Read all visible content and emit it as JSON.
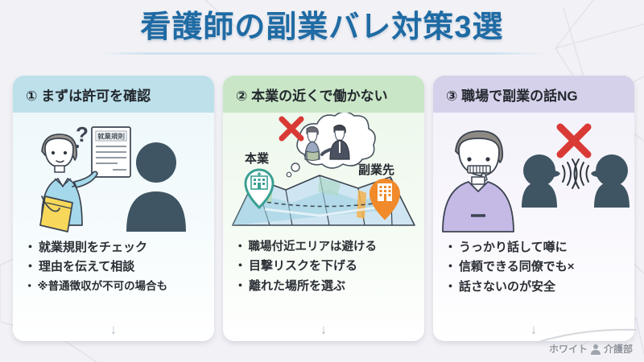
{
  "page": {
    "title": "看護師の副業バレ対策3選",
    "watermark": "ホワイト",
    "watermark2": "介護部",
    "colors": {
      "title": "#1f6ba4",
      "background": "#f2f2f6",
      "card1_header": "#bde0ea",
      "card2_header": "#c9e7c7",
      "card3_header": "#d6d1ea",
      "red_x": "#d93a35",
      "teal_pin": "#3aa093",
      "orange_pin": "#f08a2a",
      "arrow": "#b7bcc4"
    }
  },
  "cards": [
    {
      "header": "① まずは許可を確認",
      "bullets": [
        "就業規則をチェック",
        "理由を伝えて相談",
        "※普通徴収が不可の場合も"
      ],
      "arrow": "↓",
      "illustration": {
        "name": "nurse-checking-rules",
        "document_label": "就業規則",
        "question_mark": "?"
      }
    },
    {
      "header": "② 本業の近くで働かない",
      "bullets": [
        "職場付近エリアは避ける",
        "目撃リスクを下げる",
        "離れた場所を選ぶ"
      ],
      "arrow": "↓",
      "illustration": {
        "name": "map-with-two-workplaces",
        "pin_main_label": "本業",
        "pin_side_label": "副業先"
      }
    },
    {
      "header": "③ 職場で副業の話NG",
      "bullets": [
        "うっかり話して噂に",
        "信頼できる同僚でも×",
        "話さないのが安全"
      ],
      "arrow": "↓",
      "illustration": {
        "name": "zipped-mouth-and-gossip"
      }
    }
  ]
}
